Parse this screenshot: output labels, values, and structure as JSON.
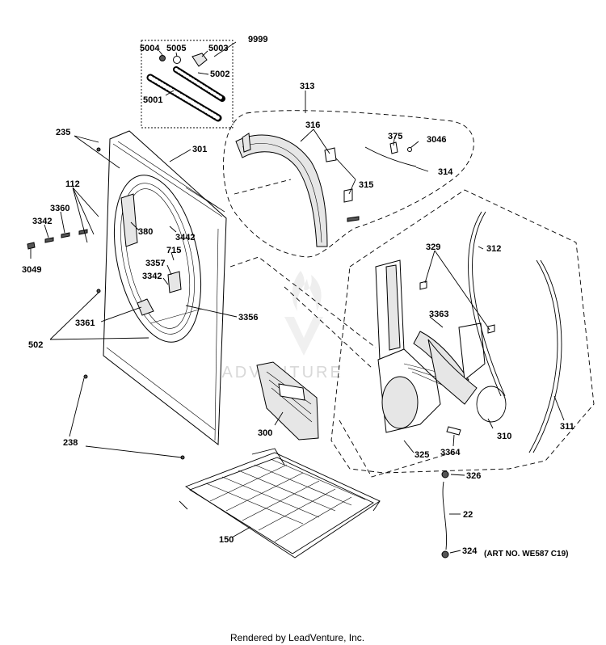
{
  "diagram": {
    "labels": [
      "9999",
      "5004",
      "5005",
      "5003",
      "5002",
      "5001",
      "313",
      "316",
      "375",
      "3046",
      "315",
      "314",
      "235",
      "301",
      "112",
      "3360",
      "3342",
      "3049",
      "380",
      "3442",
      "715",
      "3357",
      "3342",
      "329",
      "312",
      "3363",
      "3361",
      "3356",
      "502",
      "300",
      "310",
      "3364",
      "311",
      "325",
      "238",
      "326",
      "150",
      "22",
      "324"
    ],
    "art_number": "(ART NO. WE587 C19)",
    "watermark": "LEADVENTURE",
    "footer": "Rendered by LeadVenture, Inc."
  }
}
